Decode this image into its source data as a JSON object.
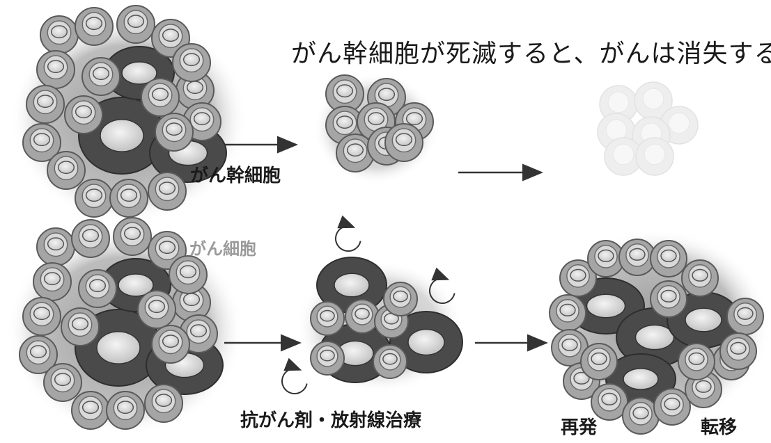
{
  "title": "がん幹細胞が死滅すると、がんは消失する",
  "labels": {
    "cancer_stem_cell": "がん幹細胞",
    "cancer_cell": "がん細胞",
    "treatment": "抗がん剤・放射線治療",
    "relapse": "再発",
    "metastasis": "転移"
  },
  "colors": {
    "small_cell_ring": "#a5a5a5",
    "small_cell_nucleus": "#c8c8c8",
    "stem_cell_ring": "#4a4a4a",
    "stem_cell_core": "#c2c2c2",
    "faded_cell": "#eeeeee",
    "arrow": "#333333",
    "text": "#1a1a1a",
    "cancer_cell_label": "#9a9a9a"
  }
}
